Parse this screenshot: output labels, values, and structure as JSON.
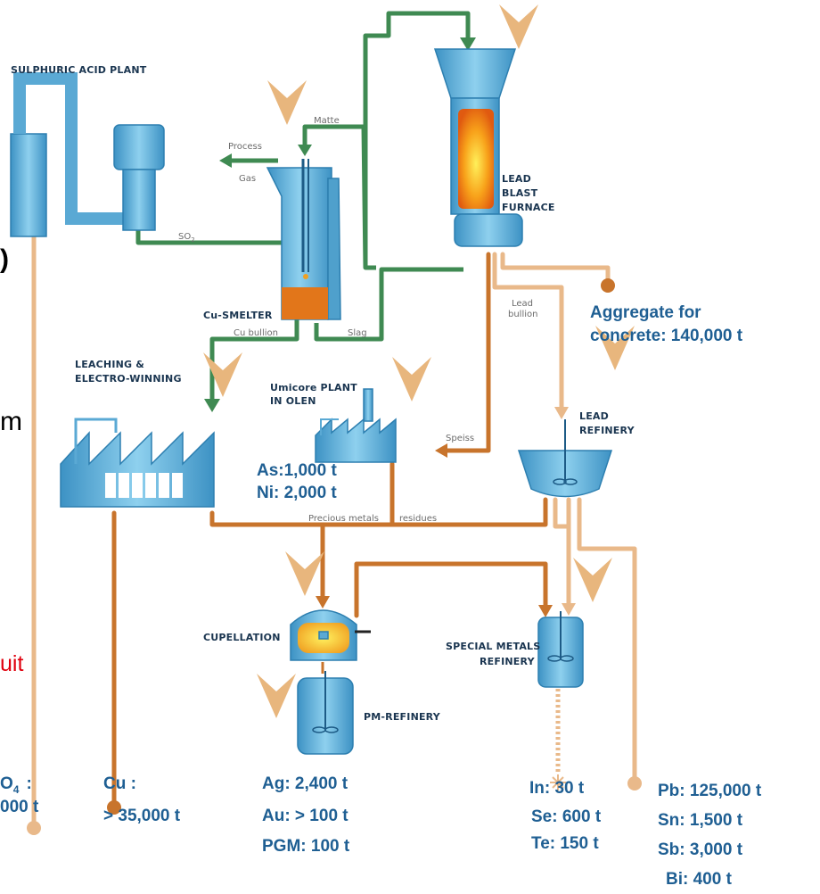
{
  "labels": {
    "sulphuric_acid_plant": "SULPHURIC ACID PLANT",
    "so2": "SO",
    "so2_sub": "2",
    "process": "Process",
    "gas": "Gas",
    "matte": "Matte",
    "cu_smelter": "Cu-SMELTER",
    "slag": "Slag",
    "cu_bullion": "Cu bullion",
    "lead": "LEAD",
    "blast": "BLAST",
    "furnace": "FURNACE",
    "lead_bullion_1": "Lead",
    "lead_bullion_2": "bullion",
    "leaching_1": "LEACHING &",
    "leaching_2": "ELECTRO-WINNING",
    "umicore_1": "Umicore PLANT",
    "umicore_2": "IN OLEN",
    "speiss": "Speiss",
    "lead_refinery_1": "LEAD",
    "lead_refinery_2": "REFINERY",
    "precious_metals": "Precious metals",
    "residues": "residues",
    "cupellation": "CUPELLATION",
    "special_metals_1": "SPECIAL METALS",
    "special_metals_2": "REFINERY",
    "pm_refinery": "PM-REFINERY"
  },
  "outputs": {
    "aggregate_1": "Aggregate for",
    "aggregate_2": "concrete: 140,000 t",
    "as": "As:1,000 t",
    "ni": "Ni: 2,000 t",
    "h2so4_1": "O",
    "h2so4_sub": "4",
    "h2so4_colon": ":",
    "h2so4_2": "000 t",
    "cu_1": "Cu :",
    "cu_2": "> 35,000 t",
    "ag": "Ag: 2,400 t",
    "au": "Au: > 100 t",
    "pgm": "PGM: 100 t",
    "in": "In: 30 t",
    "se": "Se: 600 t",
    "te": "Te: 150 t",
    "pb": "Pb: 125,000 t",
    "sn": "Sn: 1,500 t",
    "sb": "Sb: 3,000 t",
    "bi": "Bi:  400 t"
  },
  "fragments": {
    "paren": ")",
    "m": "m",
    "uit": "uit"
  },
  "colors": {
    "equipment": "#5aa9d4",
    "equipment_dark": "#2d7fb0",
    "gas_line": "#3f8a52",
    "stream_dark": "#c8742c",
    "stream_light": "#e9b98a",
    "feed_arrow": "#e8b67d",
    "output_text": "#1f5f93",
    "red_text": "#e0000e"
  }
}
